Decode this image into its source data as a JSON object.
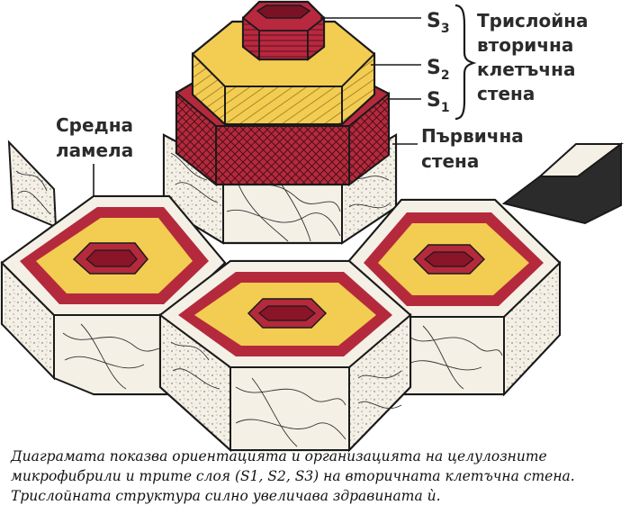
{
  "labels": {
    "s3": {
      "letter": "S",
      "sub": "3"
    },
    "s2": {
      "letter": "S",
      "sub": "2"
    },
    "s1": {
      "letter": "S",
      "sub": "1"
    },
    "secondary_wall": [
      "Трислойна",
      "вторична",
      "клетъчна",
      "стена"
    ],
    "middle_lamella": [
      "Средна",
      "ламела"
    ],
    "primary_wall": [
      "Първична",
      "стена"
    ]
  },
  "caption": "Диаграмата показва ориентацията и организацията на целулозните микрофибрили и трите слоя (S1, S2, S3) на вторичната клетъчна стена. Трислойната структура силно увеличава здравината ѝ.",
  "colors": {
    "s3": "#b8283f",
    "s2": "#f3cc52",
    "s1": "#b42a3c",
    "primary": "#f4f0e6",
    "outline": "#1a1a1a",
    "text": "#2b2b2b"
  }
}
